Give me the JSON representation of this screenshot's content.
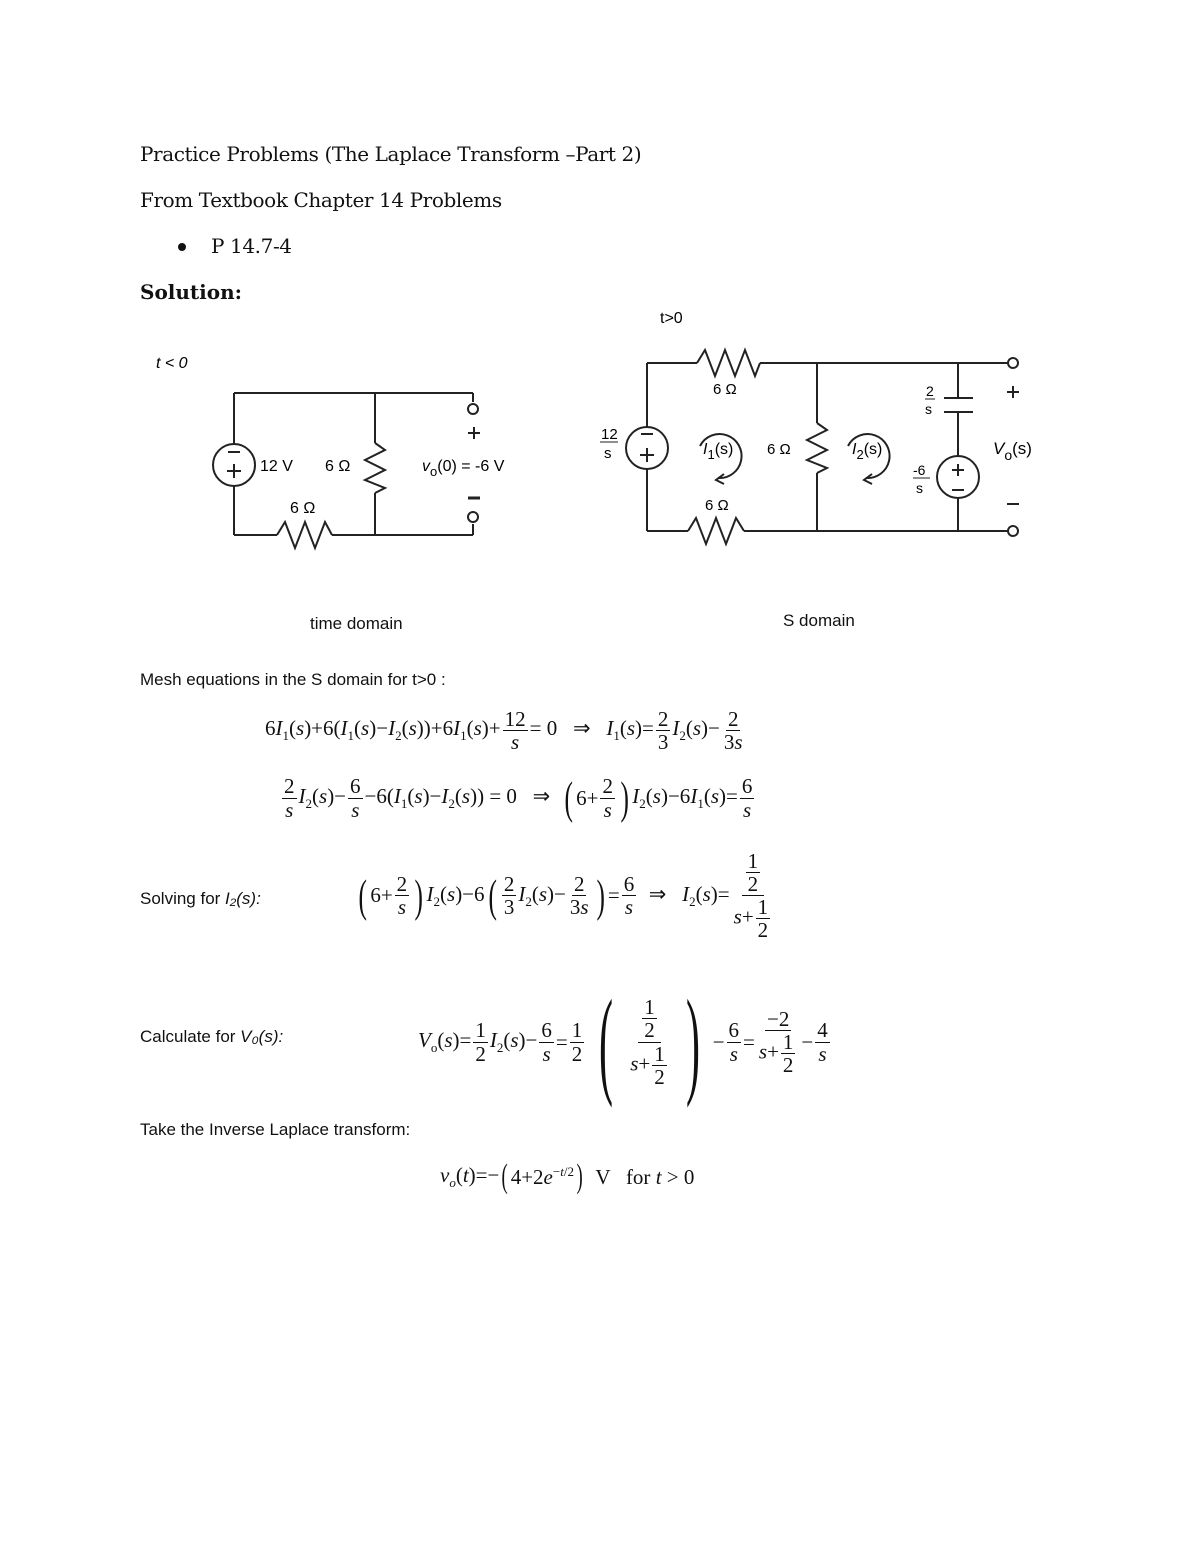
{
  "header": {
    "title": "Practice Problems (The Laplace Transform –Part 2)",
    "subtitle": "From Textbook Chapter 14 Problems",
    "bullet_item": "P 14.7-4",
    "solution_label": "Solution:"
  },
  "time_domain_circuit": {
    "condition": "t < 0",
    "source_label": "12 V",
    "source_top_sign": "−",
    "source_bottom_sign": "+",
    "shunt_resistor": "6 Ω",
    "series_resistor": "6 Ω",
    "output_plus": "+",
    "output_minus": "−",
    "output_label": "v",
    "output_sub": "o",
    "output_value": "(0) = -6 V",
    "caption": "time domain"
  },
  "s_domain_circuit": {
    "condition": "t>0",
    "source_num": "12",
    "source_den": "s",
    "top_resistor": "6 Ω",
    "bottom_resistor": "6 Ω",
    "middle_resistor": "6 Ω",
    "mesh1": "I",
    "mesh1_sub": "1",
    "mesh1_arg": "(s)",
    "mesh2": "I",
    "mesh2_sub": "2",
    "mesh2_arg": "(s)",
    "cap_num": "2",
    "cap_den": "s",
    "ic_num": "-6",
    "ic_den": "s",
    "output_plus": "+",
    "output_minus": "−",
    "output_label": "V",
    "output_sub": "o",
    "output_arg": "(s)",
    "caption": "S domain"
  },
  "mesh_section": {
    "label": "Mesh equations in the S domain for t>0 :",
    "eq1_lhs": "6I₁(s)+6(I₁(s)−I₂(s))+6I₁(s)+12/s = 0",
    "eq1_rhs": "I₁(s) = (2/3)I₂(s) − 2/(3s)",
    "eq2_lhs": "(2/s)I₂(s) − 6/s − 6(I₁(s)−I₂(s)) = 0",
    "eq2_rhs": "(6+2/s)I₂(s) − 6I₁(s) = 6/s"
  },
  "solve_section": {
    "label_prefix": "Solving for ",
    "label_var": "I₂(s):",
    "equation": "(6+2/s)I₂(s) − 6((2/3)I₂(s) − 2/(3s)) = 6/s ⇒ I₂(s) = (1/2)/(s+1/2)"
  },
  "calc_section": {
    "label_prefix": "Calculate for ",
    "label_var": "V₀(s):",
    "equation": "V₀(s) = (1/2)I₂(s) − 6/s = (1/2)((1/2)/(s+1/2)) − 6/s = −2/(s+1/2) − 4/s"
  },
  "inverse_section": {
    "label": "Take the Inverse Laplace transform:",
    "result": "vₒ(t) = −(4+2e^(−t/2)) V for t > 0"
  }
}
